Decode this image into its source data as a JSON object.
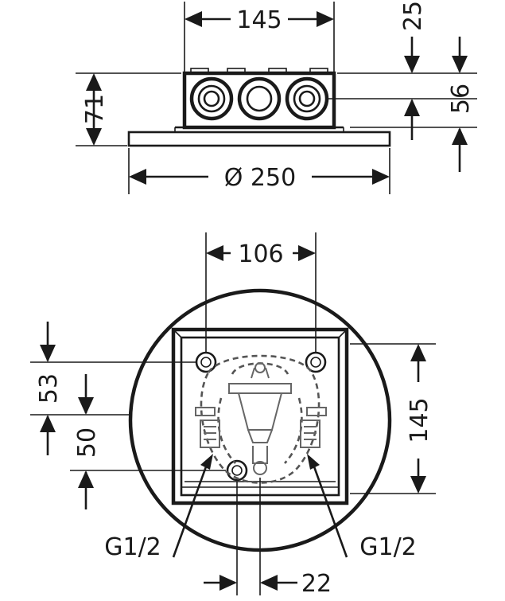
{
  "top_view": {
    "dim_width_top": "145",
    "dim_height_left": "71",
    "dim_top_right": "25",
    "dim_right": "56",
    "dim_diameter": "Ø 250"
  },
  "bottom_view": {
    "dim_hole_spacing": "106",
    "dim_left_upper": "53",
    "dim_left_lower": "50",
    "dim_right_height": "145",
    "label_left_port": "G1/2",
    "label_right_port": "G1/2",
    "dim_bottom_offset": "22"
  }
}
